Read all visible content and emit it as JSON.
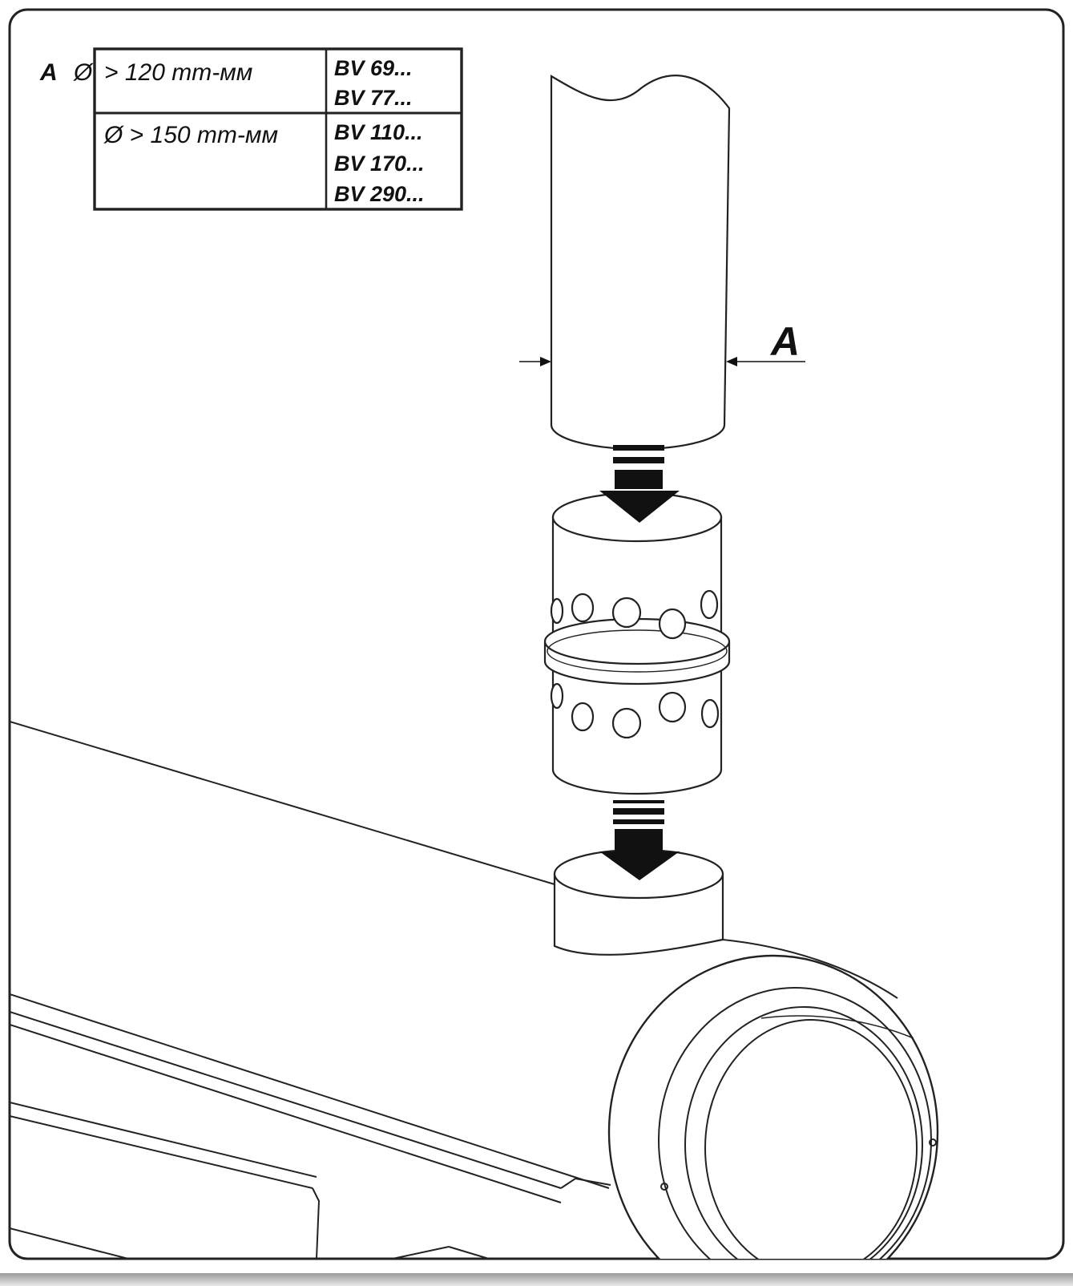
{
  "table": {
    "marker": "A",
    "rows": [
      {
        "diameter": "Ø > 120 mm-мм",
        "diameter_prefix": "Ø",
        "diameter_rest": "> 120 mm-мм",
        "models": [
          "BV 69...",
          "BV 77..."
        ]
      },
      {
        "diameter": "Ø > 150 mm-мм",
        "models": [
          "BV 110...",
          "BV 170...",
          "BV 290..."
        ]
      }
    ]
  },
  "dimension_label": "A"
}
